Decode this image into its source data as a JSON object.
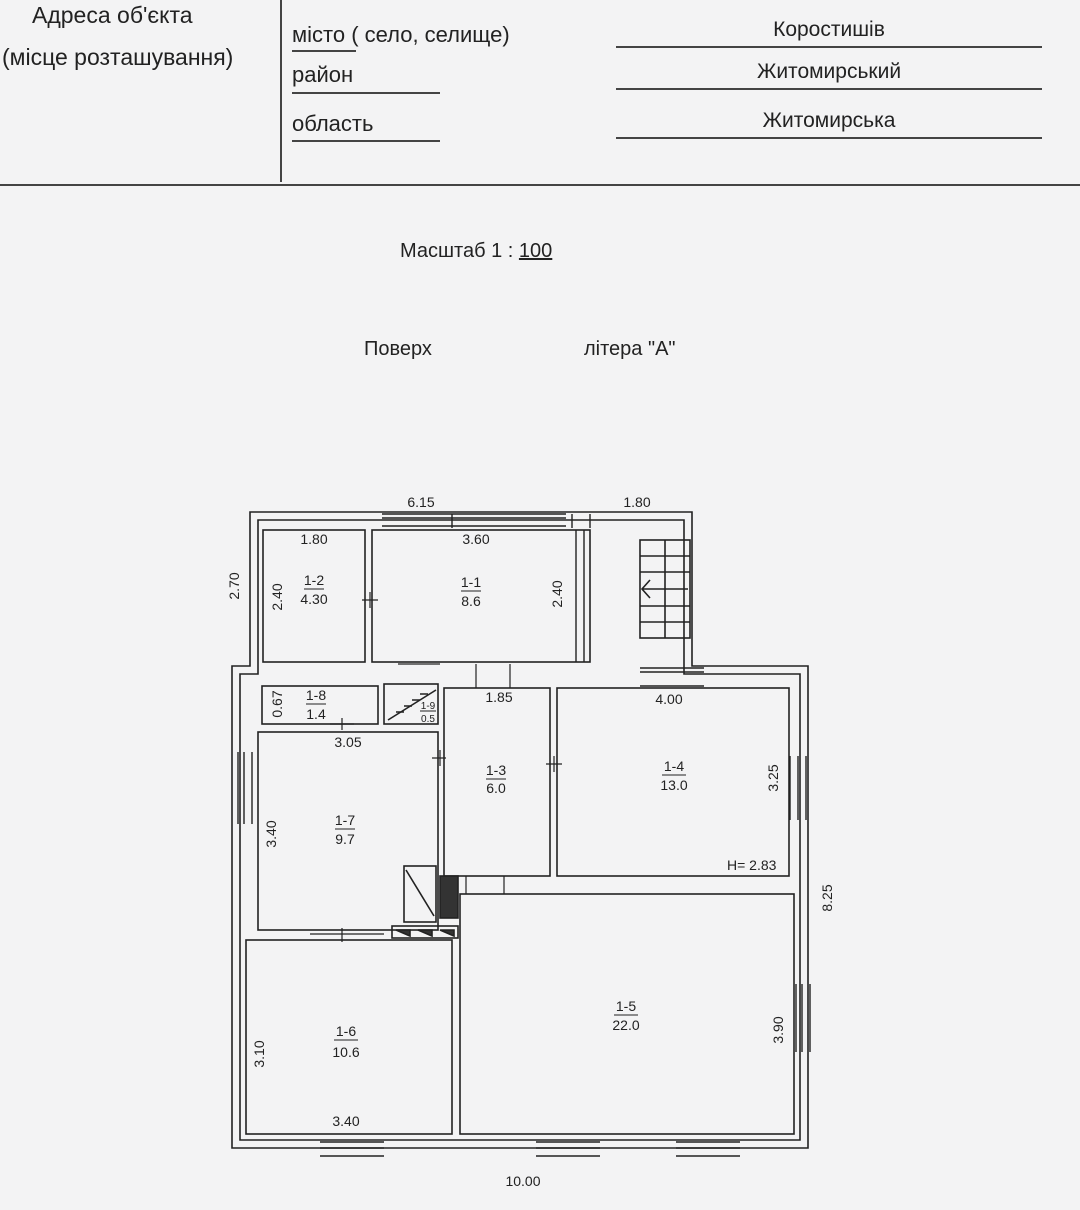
{
  "header": {
    "address_label_line1": "Адреса об'єкта",
    "address_label_line2": "(місце розташування)",
    "city_label": "місто ( село, селище)",
    "city_value": "Коростишів",
    "district_label": "район",
    "district_value": "Житомирський",
    "region_label": "область",
    "region_value": "Житомирська"
  },
  "plan": {
    "scale_prefix": "Масштаб  1 :",
    "scale_value": "100",
    "floor_label": "Поверх",
    "letter_label": "літера  \"А\"",
    "height_note": "H= 2.83",
    "dims": {
      "top_main": "6.15",
      "top_right": "1.80",
      "left_top": "2.70",
      "right_overall": "8.25",
      "bottom_overall": "10.00",
      "r12_width": "1.80",
      "r12_height": "2.40",
      "r11_width": "3.60",
      "r11_height": "2.40",
      "r18_height": "0.67",
      "r17_width": "3.05",
      "r17_height": "3.40",
      "r13_width": "1.85",
      "r14_width": "4.00",
      "r14_height": "3.25",
      "r16_height": "3.10",
      "r16_width": "3.40",
      "r15_height": "3.90"
    },
    "rooms": [
      {
        "id": "1-2",
        "area": "4.30"
      },
      {
        "id": "1-1",
        "area": "8.6"
      },
      {
        "id": "1-8",
        "area": "1.4"
      },
      {
        "id": "1-9",
        "area": "0.5"
      },
      {
        "id": "1-3",
        "area": "6.0"
      },
      {
        "id": "1-4",
        "area": "13.0"
      },
      {
        "id": "1-7",
        "area": "9.7"
      },
      {
        "id": "1-6",
        "area": "10.6"
      },
      {
        "id": "1-5",
        "area": "22.0"
      }
    ]
  }
}
